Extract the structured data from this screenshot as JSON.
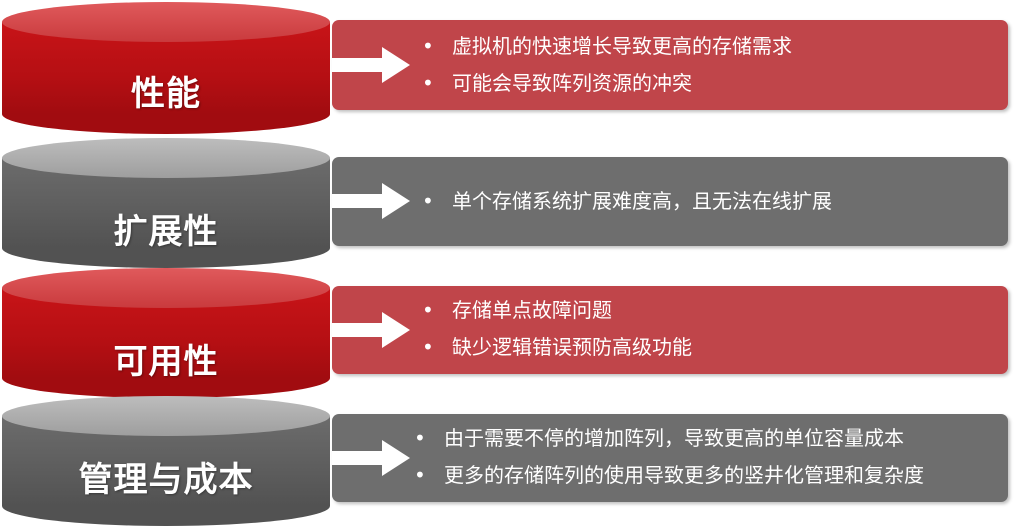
{
  "rows": [
    {
      "title": "性能",
      "color": "red",
      "bullets": [
        "虚拟机的快速增长导致更高的存储需求",
        "可能会导致阵列资源的冲突"
      ]
    },
    {
      "title": "扩展性",
      "color": "gray",
      "bullets": [
        "单个存储系统扩展难度高，且无法在线扩展"
      ]
    },
    {
      "title": "可用性",
      "color": "red",
      "bullets": [
        "存储单点故障问题",
        "缺少逻辑错误预防高级功能"
      ]
    },
    {
      "title": "管理与成本",
      "color": "gray",
      "bullets": [
        "由于需要不停的增加阵列，导致更高的单位容量成本",
        "更多的存储阵列的使用导致更多的竖井化管理和复杂度"
      ]
    }
  ],
  "colors": {
    "red": "#c00f13",
    "red_panel": "#c0454a",
    "gray": "#5d5d5d",
    "gray_panel": "#6e6e6e"
  },
  "icons": {
    "arrow": "right-arrow-icon",
    "bullet": "bullet-dot-icon"
  }
}
